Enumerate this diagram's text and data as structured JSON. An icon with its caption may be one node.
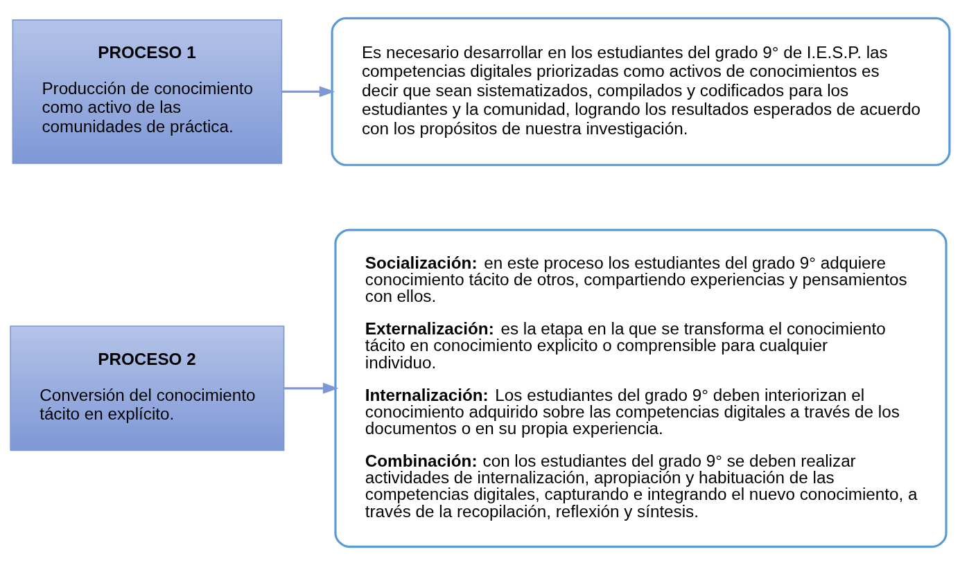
{
  "diagram": {
    "nodes": [
      {
        "text": [
          "PROCESO 1",
          "Producción de conocimiento como activo de las comunidades de práctica."
        ]
      },
      {
        "text": [
          "Es necesario desarrollar en los estudiantes del grado 9° de I.E.S.P. las competencias digitales priorizadas como activos de conocimientos es decir que sean sistematizados, compilados y codificados para los estudiantes y la comunidad, logrando los resultados esperados de acuerdo con los propósitos de nuestra investigación."
        ]
      },
      {
        "text": [
          "PROCESO 2",
          "Conversión del conocimiento tácito en explícito."
        ]
      },
      {
        "text": [
          "**Socialización:** en este proceso los estudiantes del grado 9° adquiere conocimiento tácito de otros, compartiendo experiencias y pensamientos con ellos.",
          "**Externalización:** es la etapa en la que se transforma el conocimiento tácito en conocimiento explicito o comprensible para cualquier individuo.",
          "**Internalización:** Los estudiantes del grado 9° deben interiorizan el conocimiento adquirido sobre las competencias digitales a través de los documentos o en su propia experiencia.",
          "**Combinación:** con los estudiantes del grado 9° se deben realizar actividades de internalización, apropiación y habituación de las competencias digitales, capturando e integrando el nuevo conocimiento, a través de la recopilación, reflexión y síntesis."
        ]
      }
    ],
    "edges": [
      {
        "from": 0,
        "to": 1,
        "arrow": "to"
      },
      {
        "from": 2,
        "to": 3,
        "arrow": "to"
      }
    ]
  }
}
